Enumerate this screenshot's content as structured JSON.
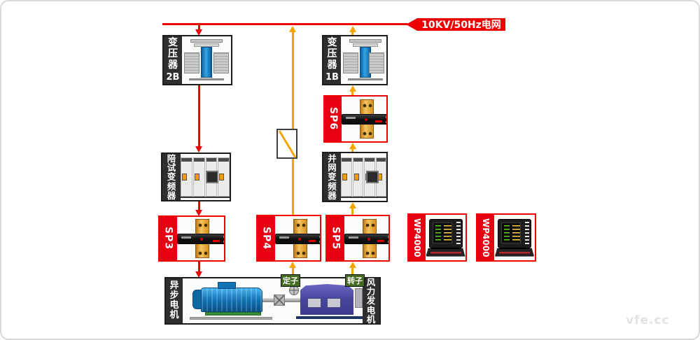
{
  "colors": {
    "red": "#ee0000",
    "yellow": "#f6a500",
    "sidebar_red": "#e60012",
    "sidebar_dark": "#2e2e2e",
    "label_green": "#456b21"
  },
  "grid": {
    "label": "10KV/50Hz电网"
  },
  "nodes": {
    "transformer_2b": {
      "name": "变压器",
      "suffix": "2B"
    },
    "transformer_1b": {
      "name": "变压器",
      "suffix": "1B"
    },
    "sp6": {
      "label": "SP6"
    },
    "accompany_converter": {
      "label": "陪试变频器"
    },
    "grid_converter": {
      "label": "并网变频器"
    },
    "sp3": {
      "label": "SP3"
    },
    "sp4": {
      "label": "SP4"
    },
    "sp5": {
      "label": "SP5"
    },
    "wp4000_left": {
      "label": "WP4000"
    },
    "wp4000_right": {
      "label": "WP4000"
    },
    "async_motor": {
      "label": "异步电机"
    },
    "wind_generator": {
      "label": "风力发电机"
    }
  },
  "terminals": {
    "stator": "定子",
    "rotor": "转子"
  },
  "watermark": "vfe.cc"
}
